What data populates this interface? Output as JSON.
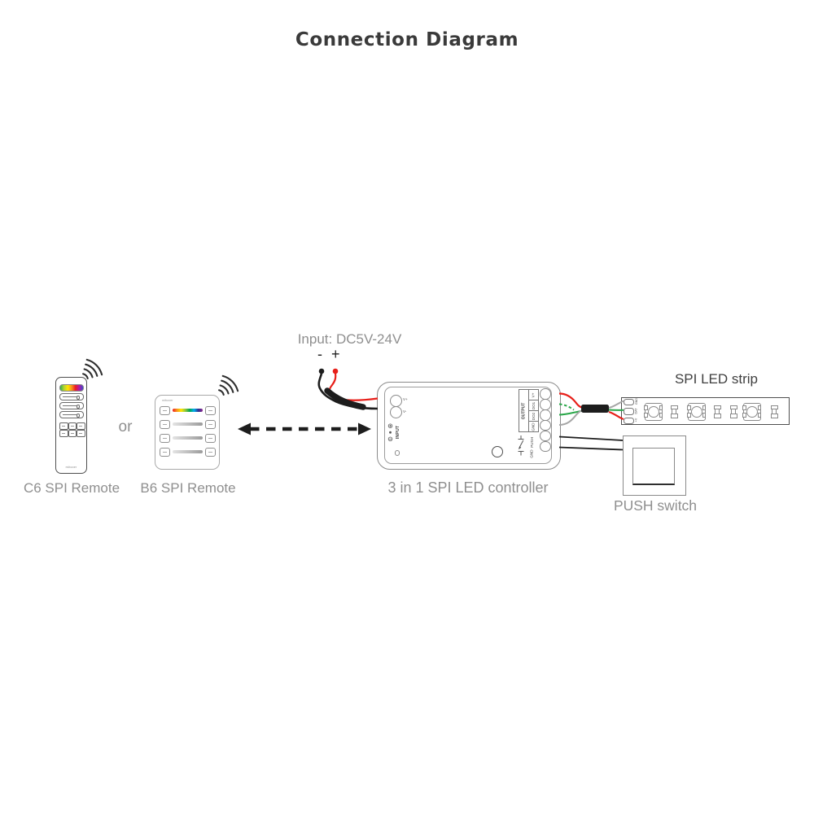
{
  "title": "Connection Diagram",
  "remotes": {
    "or_text": "or",
    "c6": {
      "label": "C6 SPI Remote",
      "brand": "miboxer"
    },
    "b6": {
      "label": "B6 SPI Remote",
      "brand": "miboxer"
    }
  },
  "power_input": {
    "label": "Input: DC5V-24V",
    "minus": "-",
    "plus": "+"
  },
  "controller": {
    "label": "3 in 1 SPI LED controller",
    "input_port_label": "INPUT",
    "input_terminals": [
      "V+",
      "V-"
    ],
    "output_header": "OUTPUT",
    "output_terminals": [
      "V+",
      "DO1",
      "DO2",
      "GND"
    ],
    "push_terminal": "PUSH",
    "gnd_terminal": "GND"
  },
  "led_strip": {
    "label": "SPI LED strip",
    "pads": [
      "GND",
      "DAT",
      "+V"
    ]
  },
  "push_switch": {
    "label": "PUSH switch"
  },
  "colors": {
    "wire_red": "#e71f19",
    "wire_green": "#2ba84a",
    "wire_gray": "#a6a6a6",
    "wire_black": "#1d1d1d",
    "label_gray": "#8f8f8f"
  }
}
